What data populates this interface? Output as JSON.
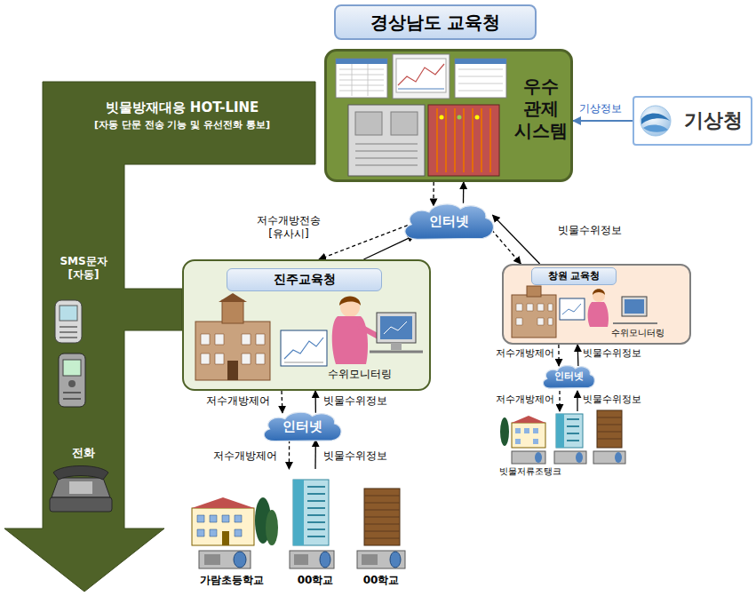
{
  "diagram": {
    "nodes": [
      {
        "text": [
          "경상남도 교육청"
        ]
      },
      {
        "text": [
          "우수 관제 시스템"
        ]
      },
      {
        "text": [
          "기상청"
        ]
      },
      {
        "text": [
          "빗물방재대응 HOT-LINE",
          "[자동 단문 전송 기능 및 유선전화 통보]",
          "SMS문자 [자동]",
          "전화"
        ]
      },
      {
        "text": [
          "인터넷"
        ]
      },
      {
        "text": [
          "수위모니터링"
        ]
      },
      {
        "text": [
          "진주교육청"
        ],
        "in": 5
      },
      {
        "text": [
          "수위모니터링"
        ]
      },
      {
        "text": [
          "창원 교육청"
        ],
        "in": 7
      },
      {
        "text": [
          "인터넷"
        ]
      },
      {
        "text": [
          "인터넷"
        ]
      },
      {
        "text": [
          "가람초등학교"
        ]
      },
      {
        "text": [
          "00학교"
        ]
      },
      {
        "text": [
          "00학교"
        ]
      }
    ],
    "edges": [
      {
        "from": 2,
        "to": 1,
        "label": "기상정보",
        "arrow": "to"
      },
      {
        "from": 1,
        "to": 4,
        "arrow": "to"
      },
      {
        "from": 4,
        "to": 1,
        "arrow": "to"
      },
      {
        "from": 4,
        "to": 5,
        "label": "저수개방전송 [유사시]",
        "arrow": "to"
      },
      {
        "from": 5,
        "to": 4,
        "arrow": "to"
      },
      {
        "from": 4,
        "to": 7,
        "arrow": "to"
      },
      {
        "from": 7,
        "to": 4,
        "label": "빗물수위정보",
        "arrow": "to"
      },
      {
        "from": 5,
        "to": 9,
        "label": "저수개방제어",
        "arrow": "to"
      },
      {
        "from": 9,
        "to": 5,
        "label": "빗물수위정보",
        "arrow": "to"
      },
      {
        "from": 9,
        "to": 12,
        "label": "저수개방제어",
        "arrow": "to"
      },
      {
        "from": 12,
        "to": 9,
        "label": "빗물수위정보",
        "arrow": "to"
      },
      {
        "from": 7,
        "to": 10,
        "label": "저수개방제어",
        "arrow": "to"
      },
      {
        "from": 10,
        "to": 7,
        "label": "빗물수위정보",
        "arrow": "to"
      }
    ],
    "labels": [
      "저수개방제어",
      "빗물수위정보",
      "빗물저류조탱크"
    ]
  }
}
